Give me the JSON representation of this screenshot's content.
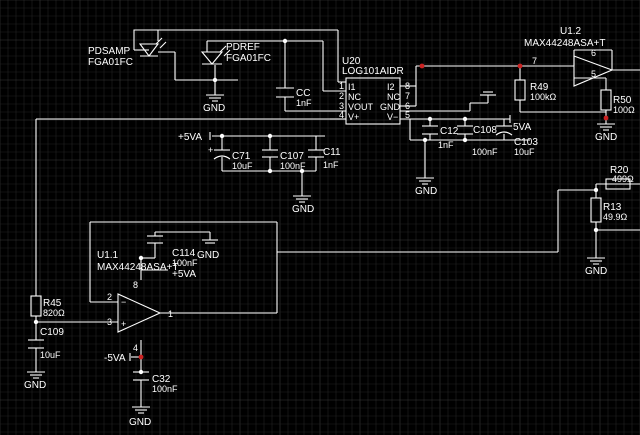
{
  "colors": {
    "background": "#000000",
    "grid_minor": "#222222",
    "grid_major": "#3a3a3a",
    "wire": "#ffffff",
    "junction": "#ffffff",
    "net_highlight": "#cc2222"
  },
  "components": {
    "pdsamp": {
      "ref": "PDSAMP",
      "value": "FGA01FC"
    },
    "pdref": {
      "ref": "PDREF",
      "value": "FGA01FC"
    },
    "cc": {
      "ref": "CC",
      "value": "1nF"
    },
    "u20": {
      "ref": "U20",
      "part": "LOG101AIDR",
      "pins": {
        "p1": "1",
        "p2": "2",
        "p3": "3",
        "p4": "4",
        "p5": "5",
        "p6": "6",
        "p7": "7",
        "p8": "8",
        "i1": "I1",
        "nc_l": "NC",
        "vout": "VOUT",
        "vplus": "V+",
        "i2": "I2",
        "nc_r": "NC",
        "gnd": "GND",
        "vminus": "V−"
      }
    },
    "u12": {
      "ref": "U1.2",
      "part": "MAX44248ASA+T",
      "pin6": "6",
      "pin7": "7",
      "pin5": "5"
    },
    "r49": {
      "ref": "R49",
      "value": "100kΩ"
    },
    "r50": {
      "ref": "R50",
      "value": "100Ω"
    },
    "c71": {
      "ref": "C71",
      "value": "10uF"
    },
    "c107": {
      "ref": "C107",
      "value": "100nF"
    },
    "c11": {
      "ref": "C11",
      "value": "1nF"
    },
    "c12": {
      "ref": "C12",
      "value": "1nF"
    },
    "c108": {
      "ref": "C108",
      "value": "100nF"
    },
    "c103": {
      "ref": "C103",
      "value": "10uF"
    },
    "r20": {
      "ref": "R20",
      "value": "499Ω"
    },
    "r13": {
      "ref": "R13",
      "value": "49.9Ω"
    },
    "u11": {
      "ref": "U1.1",
      "part": "MAX44248ASA+T",
      "pin8": "8",
      "pin4": "4",
      "pin2": "2",
      "pin3": "3",
      "pin1": "1"
    },
    "c114": {
      "ref": "C114",
      "value": "100nF"
    },
    "r45": {
      "ref": "R45",
      "value": "820Ω"
    },
    "c109": {
      "ref": "C109",
      "value": "10uF"
    },
    "c32": {
      "ref": "C32",
      "value": "100nF"
    }
  },
  "power": {
    "gnd": "GND",
    "p5va": "+5VA",
    "p5va_short": "5VA",
    "m5va": "-5VA",
    "p5va_u11": "+5VA"
  }
}
